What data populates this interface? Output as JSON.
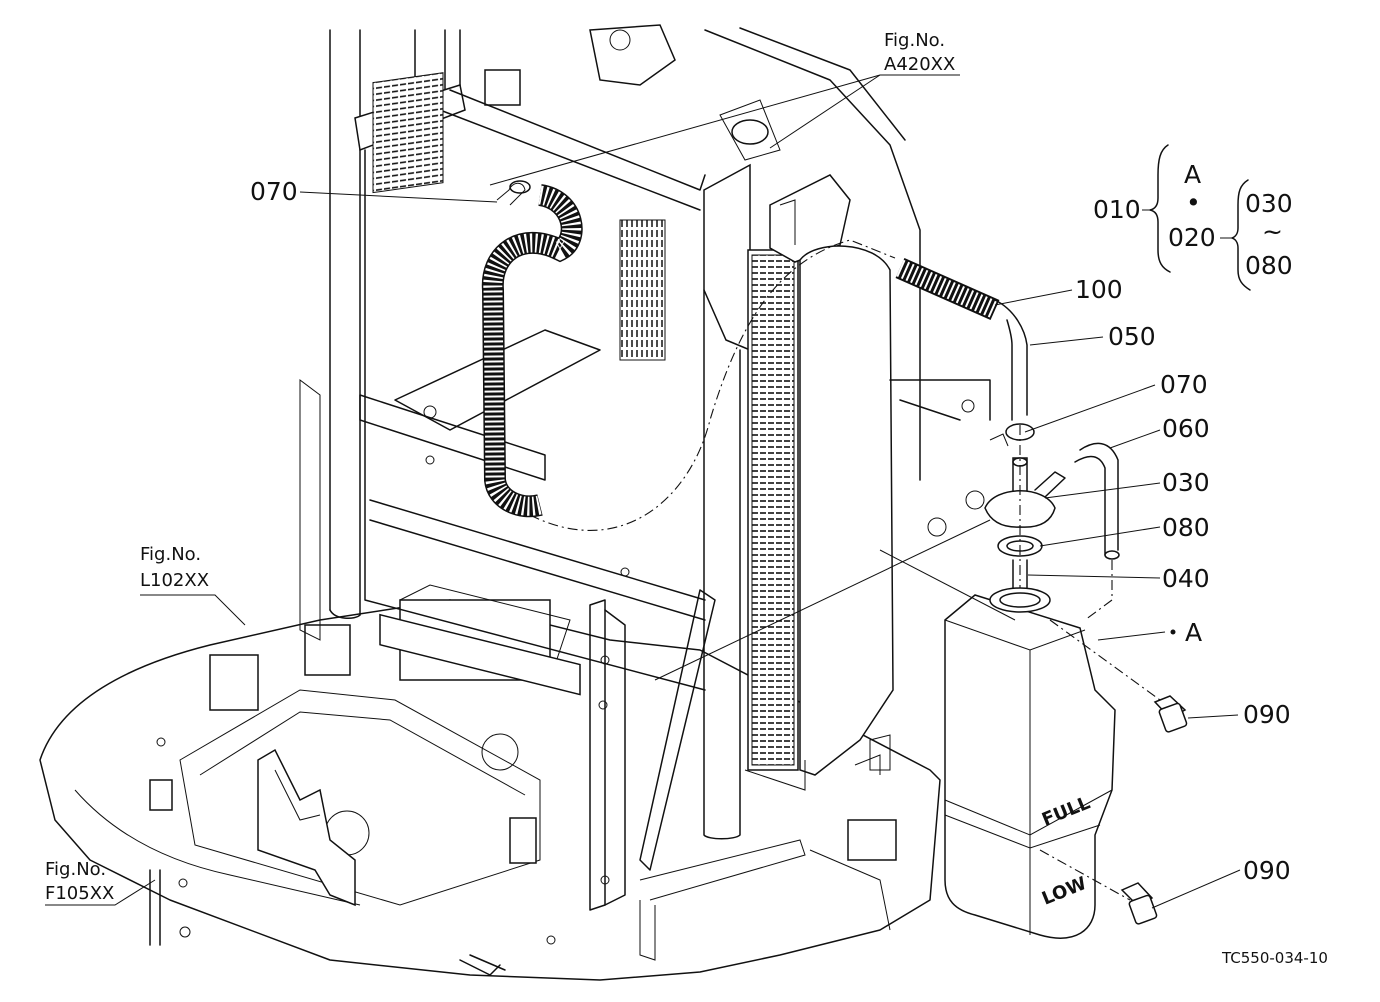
{
  "diagram": {
    "drawing_number": "TC550-034-10",
    "callouts": {
      "c070_left": "070",
      "c100": "100",
      "c050": "050",
      "c070_right": "070",
      "c060": "060",
      "c030": "030",
      "c080": "080",
      "c040": "040",
      "cA": "A",
      "c090_upper": "090",
      "c090_lower": "090"
    },
    "figure_refs": {
      "top": {
        "label": "Fig.No.",
        "code": "A420XX"
      },
      "left": {
        "label": "Fig.No.",
        "code": "L102XX"
      },
      "bottom": {
        "label": "Fig.No.",
        "code": "F105XX"
      }
    },
    "group_bracket": {
      "parent": "010",
      "set_letter": "A",
      "dot": "•",
      "sub": "020",
      "range_start": "030",
      "range_sep": "~",
      "range_end": "080"
    },
    "tank_labels": {
      "full": "FULL",
      "low": "LOW"
    }
  }
}
